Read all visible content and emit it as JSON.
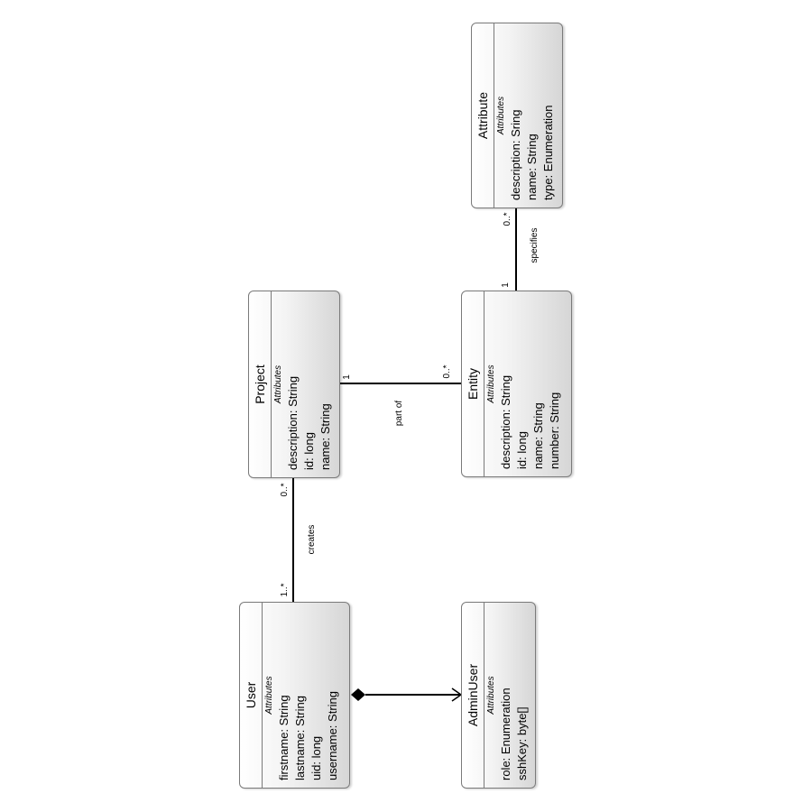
{
  "classes": {
    "attribute": {
      "name": "Attribute",
      "compartment": "Attributes",
      "attributes": [
        "description: Sring",
        "name: String",
        "type: Enumeration"
      ]
    },
    "project": {
      "name": "Project",
      "compartment": "Attributes",
      "attributes": [
        "description: String",
        "id: long",
        "name: String"
      ]
    },
    "entity": {
      "name": "Entity",
      "compartment": "Attributes",
      "attributes": [
        "description: String",
        "id: long",
        "name: String",
        "number: String"
      ]
    },
    "user": {
      "name": "User",
      "compartment": "Attributes",
      "attributes": [
        "firstname: String",
        "lastname: String",
        "uid: long",
        "username: String"
      ]
    },
    "adminuser": {
      "name": "AdminUser",
      "compartment": "Attributes",
      "attributes": [
        "role: Enumeration",
        "sshKey: byte[]"
      ]
    }
  },
  "associations": {
    "specifies": {
      "label": "specifies",
      "entity_end": "1",
      "attribute_end": "0..*"
    },
    "part_of": {
      "label": "part of",
      "project_end": "1",
      "entity_end": "0..*"
    },
    "creates": {
      "label": "creates",
      "project_end": "0..*",
      "user_end": "1..*"
    }
  }
}
